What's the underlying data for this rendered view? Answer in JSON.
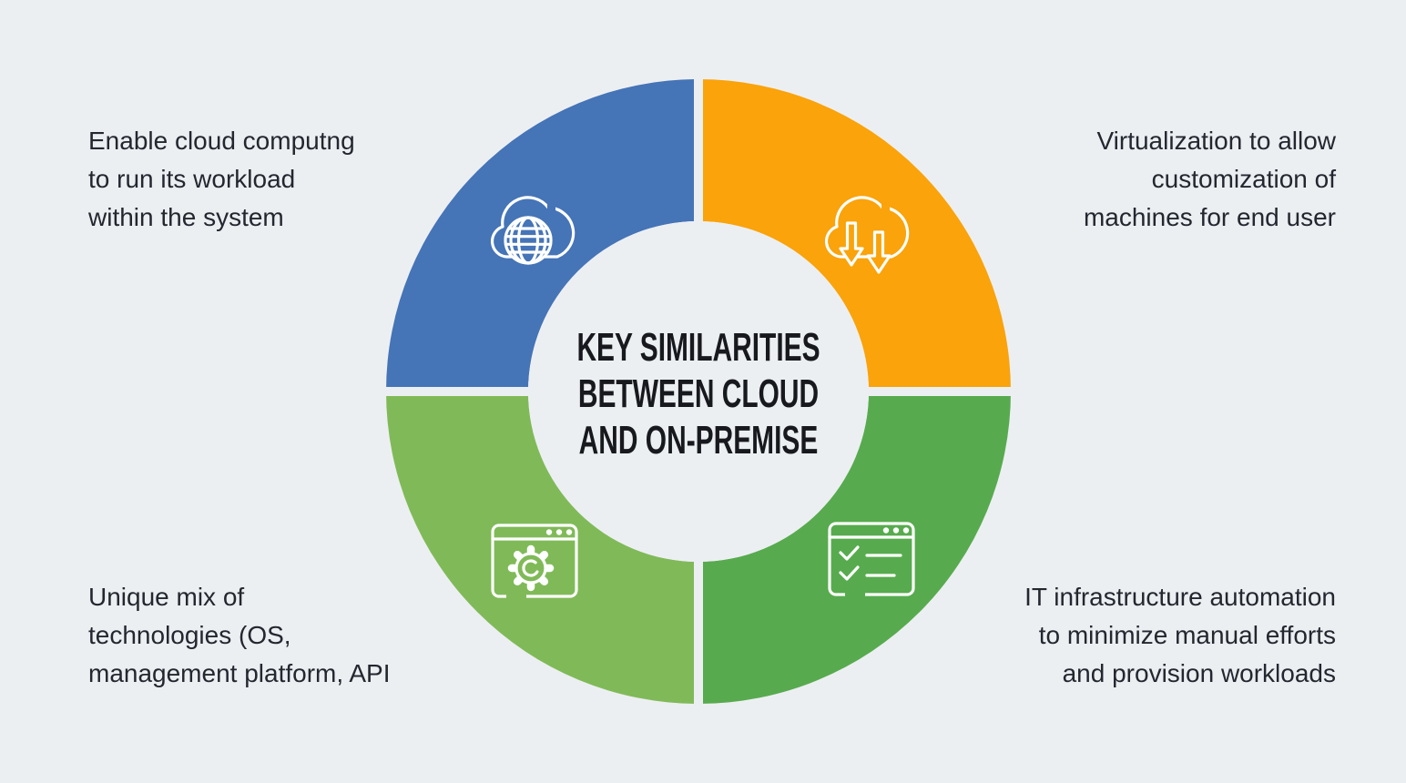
{
  "background_color": "#ECEFF2",
  "center": {
    "title": "KEY SIMILARITIES\nBETWEEN CLOUD\nAND ON-PREMISE"
  },
  "segments": [
    {
      "position": "top-left",
      "color": "#4574B7",
      "icon": "cloud-globe-icon",
      "label": "Enable cloud computng\nto run its workload\nwithin the system"
    },
    {
      "position": "top-right",
      "color": "#FAA30A",
      "icon": "cloud-download-icon",
      "label": "Virtualization to allow\ncustomization of\nmachines for end user"
    },
    {
      "position": "bottom-left",
      "color": "#80BA58",
      "icon": "browser-gear-icon",
      "label": "Unique mix of\ntechnologies (OS,\nmanagement platform, API"
    },
    {
      "position": "bottom-right",
      "color": "#57AB4E",
      "icon": "browser-checklist-icon",
      "label": "IT infrastructure automation\nto minimize manual efforts\nand provision workloads"
    }
  ]
}
